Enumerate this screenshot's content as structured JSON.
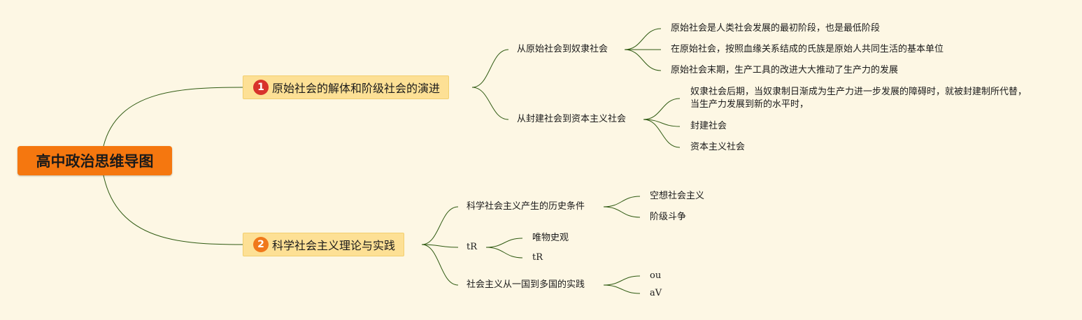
{
  "root": {
    "label": "高中政治思维导图"
  },
  "branches": [
    {
      "badge": "1",
      "label": "原始社会的解体和阶级社会的演进",
      "children": [
        {
          "label": "从原始社会到奴隶社会",
          "children": [
            "原始社会是人类社会发展的最初阶段，也是最低阶段",
            "在原始社会，按照血缘关系结成的氏族是原始人共同生活的基本单位",
            "原始社会末期，生产工具的改进大大推动了生产力的发展"
          ]
        },
        {
          "label": "从封建社会到资本主义社会",
          "children": [
            "奴隶社会后期，当奴隶制日渐成为生产力进一步发展的障碍时，就被封建制所代替，当生产力发展到新的水平时，",
            "封建社会",
            "资本主义社会"
          ]
        }
      ]
    },
    {
      "badge": "2",
      "label": "科学社会主义理论与实践",
      "children": [
        {
          "label": "科学社会主义产生的历史条件",
          "children": [
            "空想社会主义",
            "阶级斗争"
          ]
        },
        {
          "label": "tR",
          "children": [
            "唯物史观",
            "tR"
          ]
        },
        {
          "label": "社会主义从一国到多国的实践",
          "children": [
            "ou",
            "aV"
          ]
        }
      ]
    }
  ],
  "colors": {
    "background": "#fdf7e4",
    "root": "#f5770f",
    "main_fill": "#fde095",
    "line": "#2f5a12",
    "badge1": "#d8322b",
    "badge2": "#f0781a"
  }
}
